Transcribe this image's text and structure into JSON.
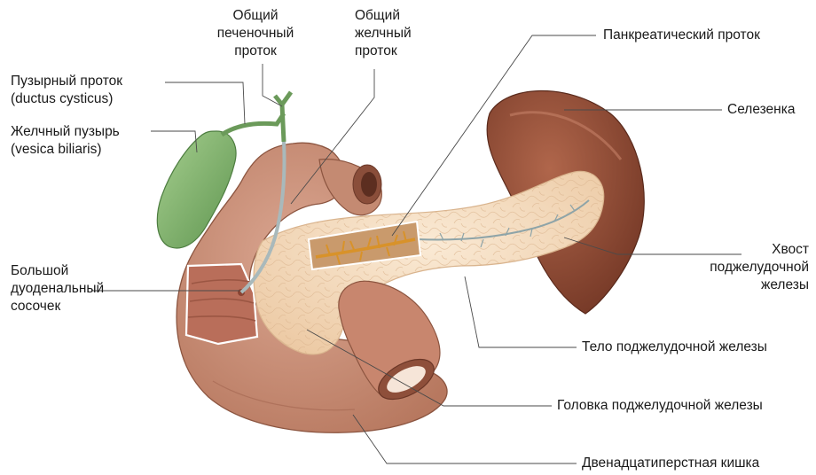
{
  "labels": {
    "common_hepatic_duct": [
      "Общий",
      "печеночный",
      "проток"
    ],
    "common_bile_duct": [
      "Общий",
      "желчный",
      "проток"
    ],
    "pancreatic_duct": "Панкреатический проток",
    "cystic_duct": [
      "Пузырный проток",
      "(ductus cysticus)"
    ],
    "gallbladder": [
      "Желчный пузырь",
      "(vesica biliaris)"
    ],
    "spleen": "Селезенка",
    "pancreas_tail": [
      "Хвост",
      "поджелудочной",
      "железы"
    ],
    "major_papilla": [
      "Большой",
      "дуоденальный",
      "сосочек"
    ],
    "pancreas_body": "Тело поджелудочной железы",
    "pancreas_head": "Головка поджелудочной железы",
    "duodenum": "Двенадцатиперстная кишка"
  },
  "colors": {
    "duodenum": "#c98e78",
    "pancreas": "#f4dcc0",
    "gallbladder": "#7fb36d",
    "spleen": "#8d4a36",
    "duct": "#d89a3c",
    "leader": "#4a4a4a"
  }
}
